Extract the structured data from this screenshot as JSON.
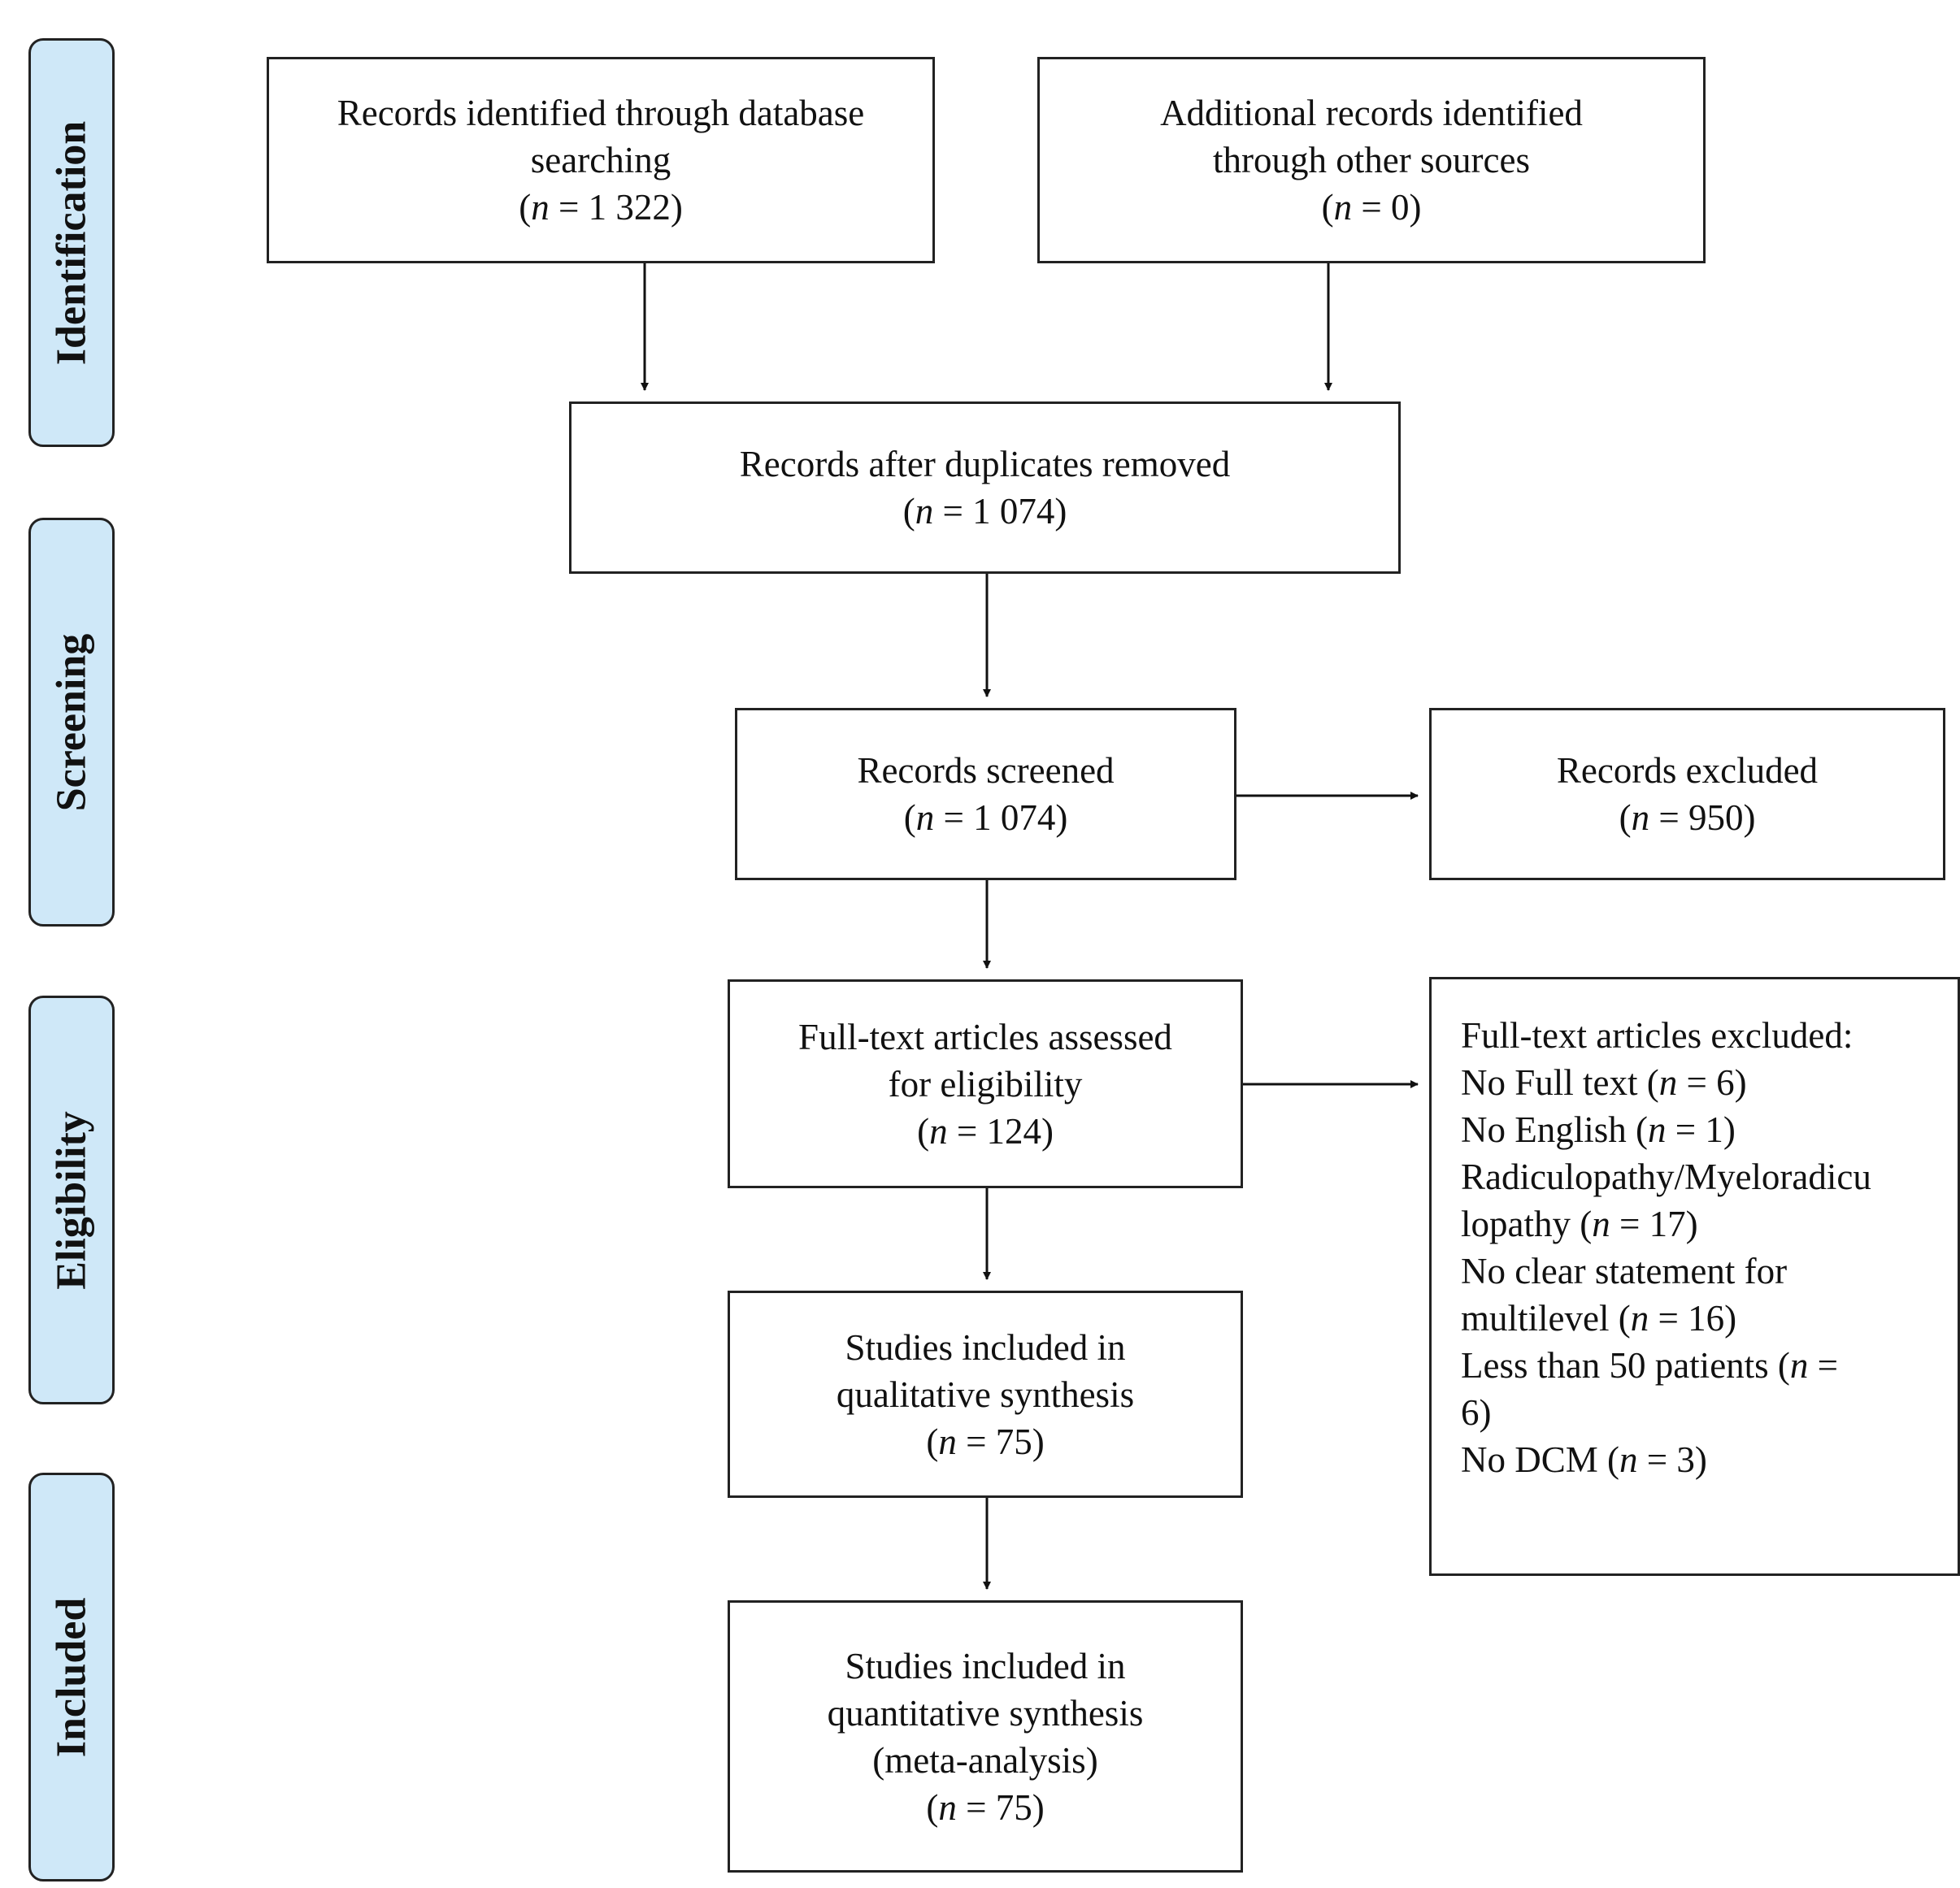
{
  "phases": {
    "identification": "Identification",
    "screening": "Screening",
    "eligibility": "Eligibility",
    "included": "Included"
  },
  "boxes": {
    "database": {
      "line1": "Records identified through database",
      "line2": "searching",
      "n_pre": "(",
      "n": "n",
      "n_post": " = 1 322)"
    },
    "other_sources": {
      "line1": "Additional records identified",
      "line2": "through other sources",
      "n_pre": "(",
      "n": "n",
      "n_post": " = 0)"
    },
    "duplicates_removed": {
      "line1": "Records after duplicates removed",
      "n_pre": "(",
      "n": "n",
      "n_post": " = 1 074)"
    },
    "screened": {
      "line1": "Records screened",
      "n_pre": "(",
      "n": "n",
      "n_post": " = 1 074)"
    },
    "excluded": {
      "line1": "Records excluded",
      "n_pre": "(",
      "n": "n",
      "n_post": " = 950)"
    },
    "fulltext": {
      "line1": "Full-text articles assessed",
      "line2": "for eligibility",
      "n_pre": "(",
      "n": "n",
      "n_post": " = 124)"
    },
    "fulltext_excluded": {
      "heading": "Full-text articles excluded:",
      "r1_pre": "No Full text (",
      "r1_n": "n",
      "r1_post": " = 6)",
      "r2_pre": "No English (",
      "r2_n": "n",
      "r2_post": " = 1)",
      "r3a": "Radiculopathy/Myeloradicu",
      "r3b_pre": "lopathy (",
      "r3b_n": "n",
      "r3b_post": " = 17)",
      "r4a": "No clear statement for",
      "r4b_pre": "multilevel (",
      "r4b_n": "n",
      "r4b_post": " = 16)",
      "r5a_pre": "Less than 50 patients (",
      "r5a_n": "n",
      "r5a_post": " =",
      "r5b": "6)",
      "r6_pre": "No DCM (",
      "r6_n": "n",
      "r6_post": " = 3)"
    },
    "qualitative": {
      "line1": "Studies included in",
      "line2": "qualitative synthesis",
      "n_pre": "(",
      "n": "n",
      "n_post": " = 75)"
    },
    "quantitative": {
      "line1": "Studies included in",
      "line2": "quantitative synthesis",
      "line3": "(meta-analysis)",
      "n_pre": "(",
      "n": "n",
      "n_post": " = 75)"
    }
  }
}
